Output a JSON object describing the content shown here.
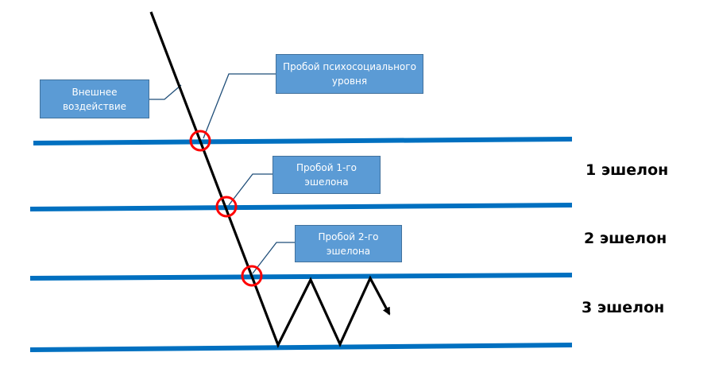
{
  "callouts": {
    "external_impact": {
      "line1": "Внешнее",
      "line2": "воздействие"
    },
    "psychosocial_breakthrough": {
      "line1": "Пробой психосоциального",
      "line2": "уровня"
    },
    "echelon1_breakthrough": {
      "line1": "Пробой 1-го",
      "line2": "эшелона"
    },
    "echelon2_breakthrough": {
      "line1": "Пробой 2-го",
      "line2": "эшелона"
    }
  },
  "levels": {
    "echelon1": "1 эшелон",
    "echelon2": "2 эшелон",
    "echelon3": "3 эшелон"
  },
  "colors": {
    "level_line": "#0070c0",
    "callout_fill": "#5b9bd5",
    "callout_border": "#41719c",
    "breakthrough_marker": "#ff0000",
    "trajectory": "#000000",
    "leader_line": "#1f4e79"
  }
}
